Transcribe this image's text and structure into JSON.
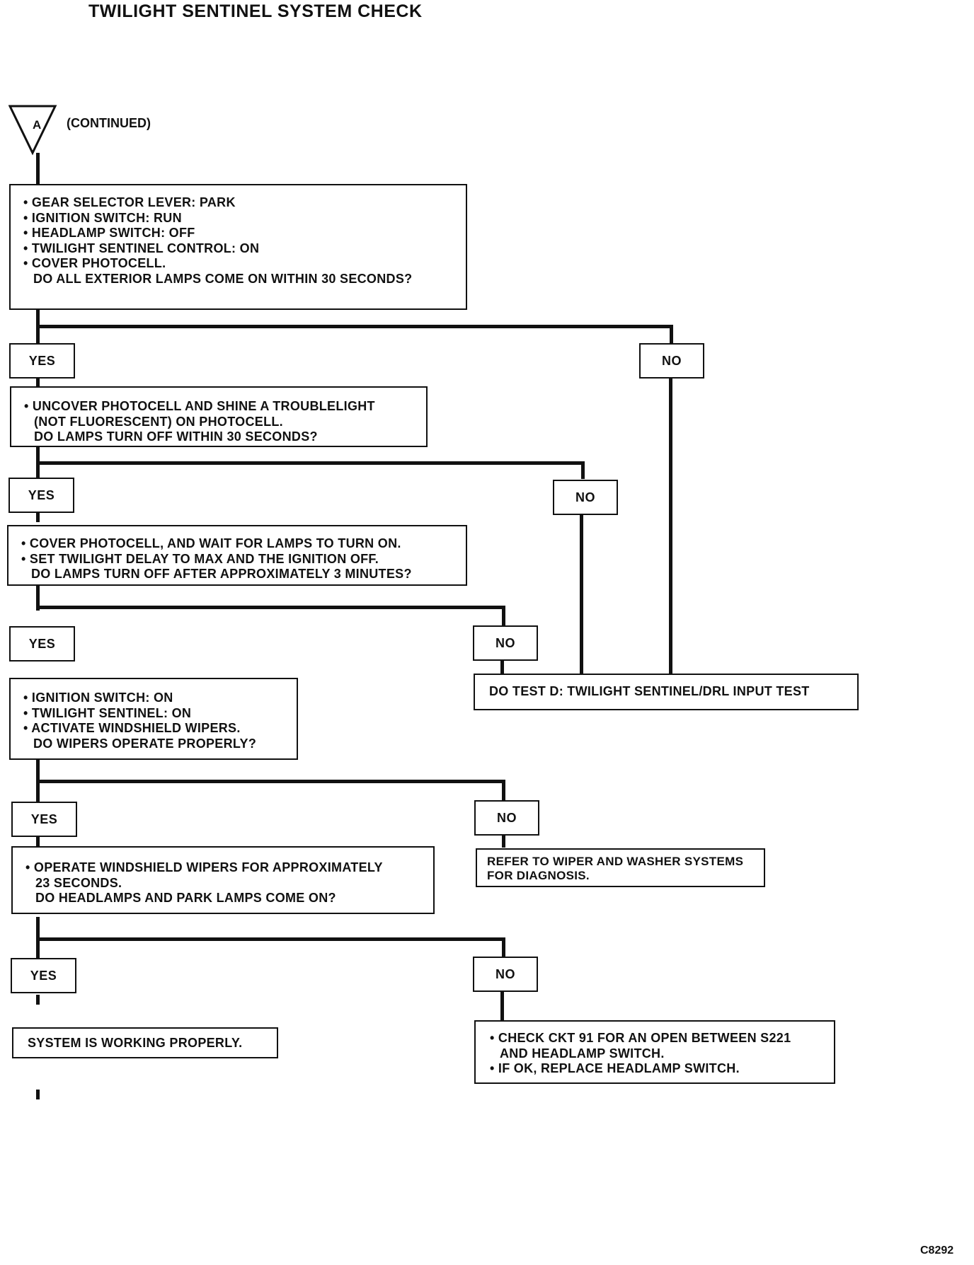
{
  "title": "TWILIGHT SENTINEL SYSTEM CHECK",
  "connector": {
    "label": "A",
    "note": "(CONTINUED)"
  },
  "steps": {
    "step1": {
      "lines": [
        "• GEAR SELECTOR LEVER: PARK",
        "• IGNITION SWITCH: RUN",
        "• HEADLAMP SWITCH: OFF",
        "• TWILIGHT SENTINEL CONTROL: ON",
        "• COVER PHOTOCELL.",
        "DO ALL EXTERIOR LAMPS COME ON WITHIN 30 SECONDS?"
      ]
    },
    "step2": {
      "lines": [
        "• UNCOVER PHOTOCELL AND SHINE A TROUBLELIGHT",
        "(NOT FLUORESCENT) ON PHOTOCELL.",
        "DO LAMPS TURN OFF WITHIN 30 SECONDS?"
      ]
    },
    "step3": {
      "lines": [
        "• COVER PHOTOCELL, AND WAIT FOR LAMPS TO TURN ON.",
        "• SET TWILIGHT DELAY TO MAX AND THE IGNITION OFF.",
        "DO LAMPS TURN OFF AFTER APPROXIMATELY 3 MINUTES?"
      ]
    },
    "step4": {
      "lines": [
        "• IGNITION SWITCH: ON",
        "• TWILIGHT SENTINEL: ON",
        "• ACTIVATE WINDSHIELD WIPERS.",
        "DO WIPERS OPERATE PROPERLY?"
      ]
    },
    "step5": {
      "lines": [
        "• OPERATE WINDSHIELD WIPERS FOR APPROXIMATELY",
        "23 SECONDS.",
        "DO HEADLAMPS AND PARK LAMPS COME ON?"
      ]
    }
  },
  "outcomes": {
    "test_d": "DO TEST D: TWILIGHT SENTINEL/DRL INPUT TEST",
    "wiper_ref": [
      "REFER TO WIPER AND WASHER SYSTEMS",
      "FOR DIAGNOSIS."
    ],
    "working": "SYSTEM IS WORKING PROPERLY.",
    "ckt91": [
      "• CHECK CKT 91 FOR AN OPEN BETWEEN S221",
      "AND HEADLAMP SWITCH.",
      "• IF OK, REPLACE HEADLAMP SWITCH."
    ]
  },
  "labels": {
    "yes": "YES",
    "no": "NO"
  },
  "figure_code": "C8292"
}
